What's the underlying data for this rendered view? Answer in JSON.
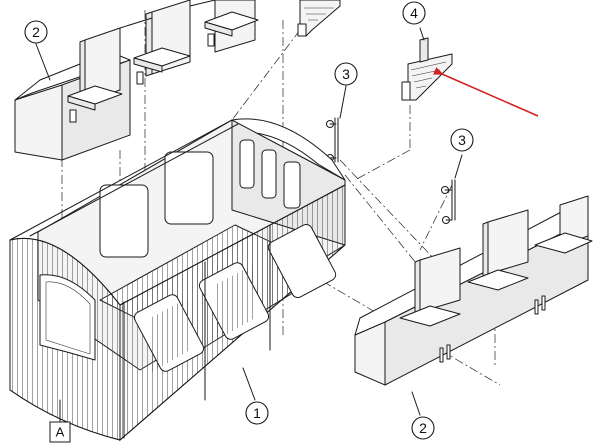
{
  "callouts": {
    "c1": "1",
    "c2_top": "2",
    "c2_bottom": "2",
    "c3_top": "3",
    "c3_mid": "3",
    "c4": "4"
  },
  "view_label": "A",
  "colors": {
    "line": "#1a1a1a",
    "arrow": "#d42020",
    "fill": "#f4f4f4"
  }
}
